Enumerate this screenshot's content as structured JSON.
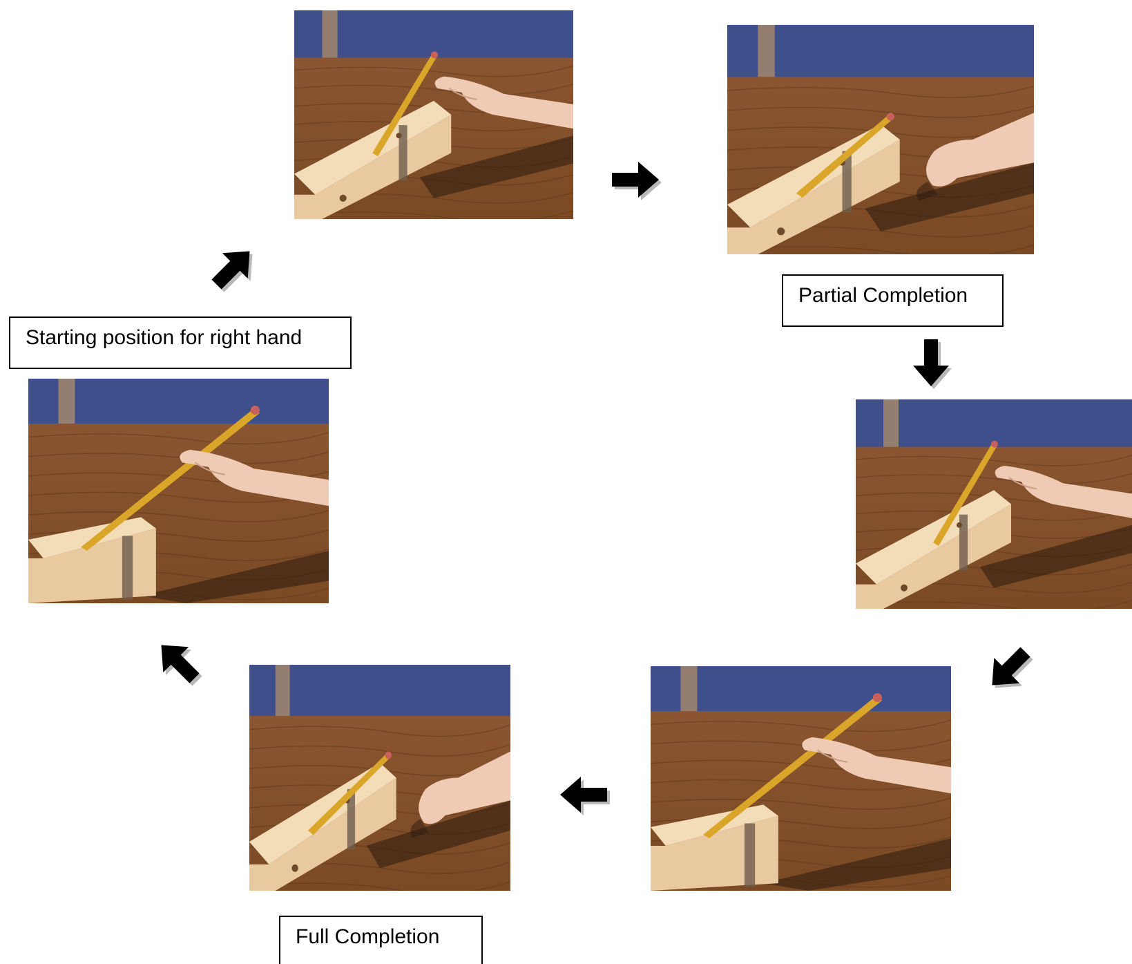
{
  "labels": {
    "start": "Starting position for right hand",
    "partial": "Partial Completion",
    "full": "Full Completion"
  },
  "steps": [
    {
      "id": "top",
      "hand": "holding"
    },
    {
      "id": "top-right",
      "hand": "released"
    },
    {
      "id": "right",
      "hand": "holding"
    },
    {
      "id": "bottom-right",
      "hand": "holding"
    },
    {
      "id": "bottom-left",
      "hand": "released"
    },
    {
      "id": "left",
      "hand": "holding"
    }
  ],
  "arrows": [
    {
      "name": "arrow-right-icon",
      "direction": "right"
    },
    {
      "name": "arrow-down-icon",
      "direction": "down"
    },
    {
      "name": "arrow-down-left-icon",
      "direction": "down-left"
    },
    {
      "name": "arrow-left-icon",
      "direction": "left"
    },
    {
      "name": "arrow-up-left-icon",
      "direction": "up-left"
    },
    {
      "name": "arrow-up-right-icon",
      "direction": "up-right"
    }
  ],
  "colors": {
    "wall": "#3f4f8c",
    "table": "#7a4a24",
    "block": "#e8c9a0",
    "pencil": "#d9a62a",
    "hand": "#efcab4",
    "arrow": "#000000"
  }
}
